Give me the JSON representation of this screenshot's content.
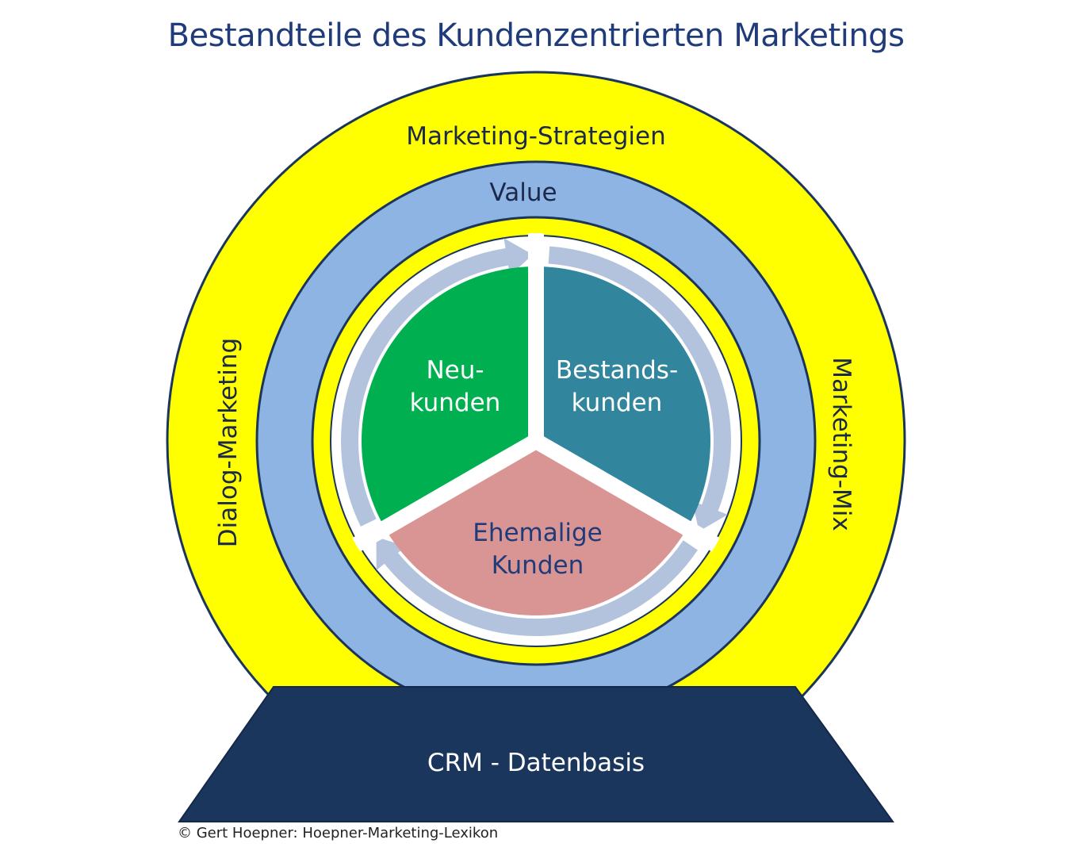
{
  "title": "Bestandteile des Kundenzentrierten Marketings",
  "rings": {
    "outer": {
      "label": "Marketing-Strategien",
      "color": "#ffff00"
    },
    "middle": {
      "label": "Value",
      "color": "#8eb4e3"
    },
    "left_label": "Dialog-Marketing",
    "right_label": "Marketing-Mix"
  },
  "segments": {
    "neukunden": {
      "line1": "Neu-",
      "line2": "kunden",
      "color": "#00b050"
    },
    "bestandskunden": {
      "line1": "Bestands-",
      "line2": "kunden",
      "color": "#31859c"
    },
    "ehemalige": {
      "line1": "Ehemalige",
      "line2": "Kunden",
      "color": "#d99594"
    }
  },
  "base": {
    "label": "CRM - Datenbasis",
    "color": "#1b365d"
  },
  "copyright": "© Gert Hoepner: Hoepner-Marketing-Lexikon",
  "colors": {
    "title": "#1f3b7a",
    "arrow": "#b4c3dd",
    "outline": "#1b365d"
  }
}
